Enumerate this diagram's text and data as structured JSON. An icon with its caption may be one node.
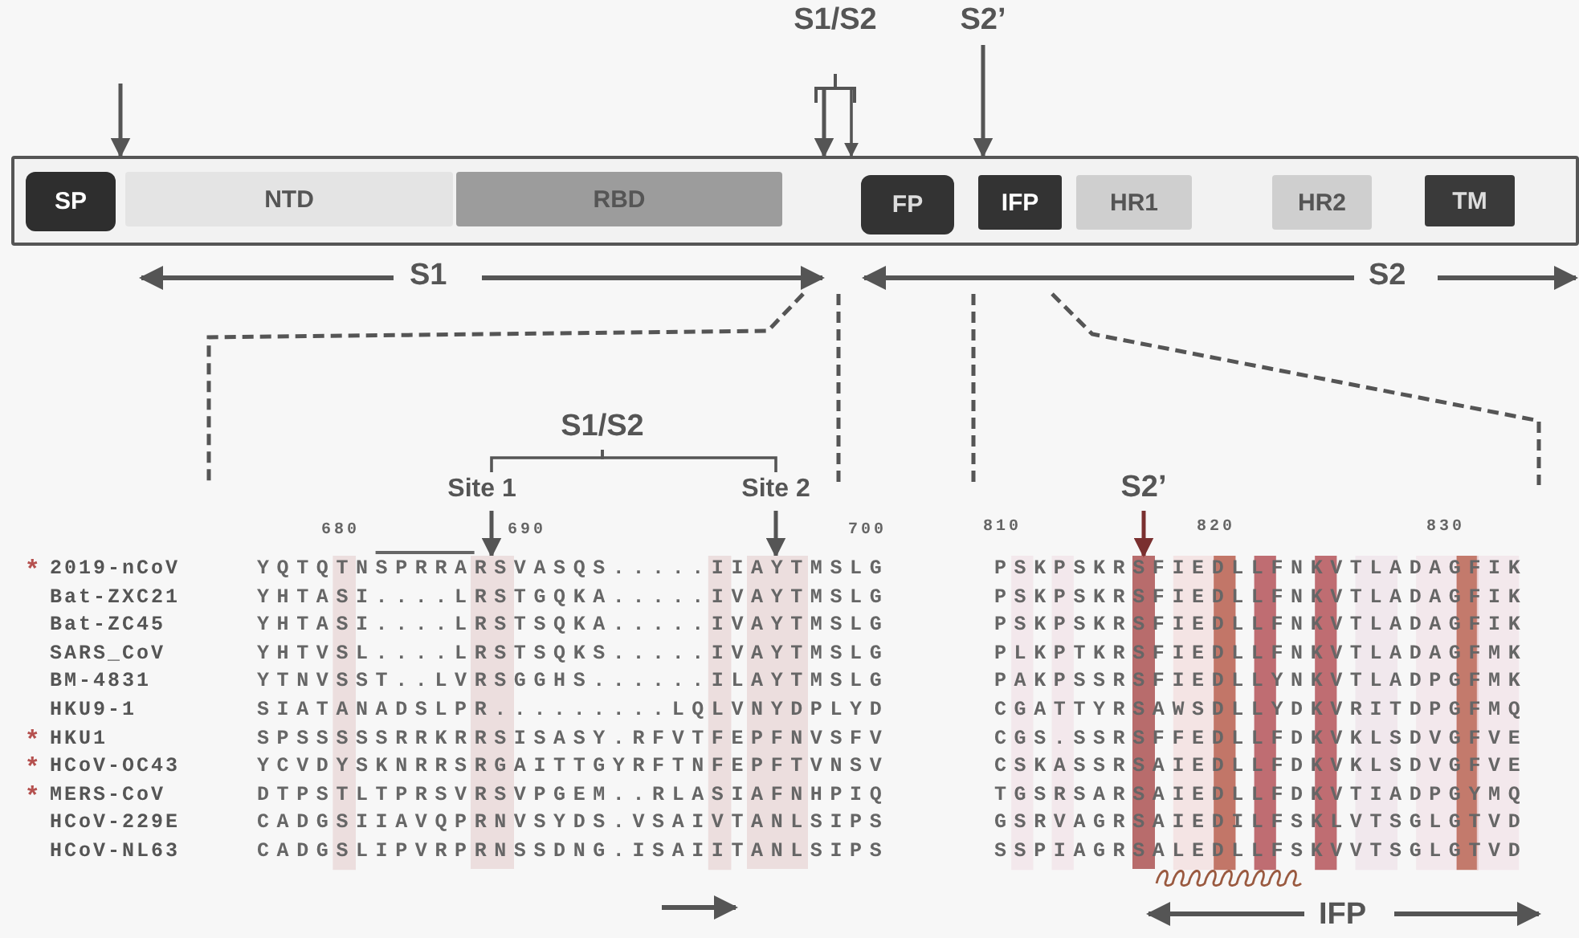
{
  "diagram": {
    "nodes": [
      {
        "text": [],
        "shape": "bar"
      },
      {
        "text": [
          "SP"
        ],
        "in": 0
      },
      {
        "text": [
          "NTD"
        ],
        "in": 0
      },
      {
        "text": [
          "RBD"
        ],
        "in": 0
      },
      {
        "text": [
          "FP"
        ],
        "in": 0
      },
      {
        "text": [
          "IFP"
        ],
        "in": 0
      },
      {
        "text": [
          "HR1"
        ],
        "in": 0
      },
      {
        "text": [
          "HR2"
        ],
        "in": 0
      },
      {
        "text": [
          "TM"
        ],
        "in": 0
      },
      {
        "text": [
          "S1/S2"
        ]
      },
      {
        "text": [
          "S2’"
        ]
      },
      {
        "text": [
          "Site 1"
        ]
      },
      {
        "text": [
          "Site 2"
        ]
      },
      {
        "text": [
          "S2’"
        ]
      },
      {
        "text": [
          "S1/S2"
        ]
      },
      {
        "text": [],
        "shape": "box"
      },
      {
        "text": [],
        "shape": "box"
      },
      {
        "text": [],
        "shape": "box"
      }
    ],
    "edges": [
      {
        "from": null,
        "to": 0,
        "arrow": "to"
      },
      {
        "from": 9,
        "to": 0,
        "arrow": "to"
      },
      {
        "from": 9,
        "to": 0,
        "arrow": "to"
      },
      {
        "from": 10,
        "to": 0,
        "arrow": "to"
      },
      {
        "from": 11,
        "to": 15,
        "arrow": "to"
      },
      {
        "from": 12,
        "to": 16,
        "arrow": "to"
      },
      {
        "from": 13,
        "to": 17,
        "arrow": "to",
        "color": "#7a3030"
      },
      {
        "from": 14,
        "to": 11,
        "arrow": "none"
      },
      {
        "from": 14,
        "to": 12,
        "arrow": "none"
      }
    ],
    "labels": [
      "S1",
      "S2",
      "680",
      "690",
      "700",
      "810",
      "820",
      "830",
      "*",
      "2019-nCoV",
      "YQTQTNSPRRARSVASQS.....IIAYTMSLG",
      "PSKPSKRSFIEDLLFNKVTLADAGFIK",
      "Bat-ZXC21",
      "YHTASI....LRSTGQKA.....IVAYTMSLG",
      "PSKPSKRSFIEDLLFNKVTLADAGFIK",
      "Bat-ZC45",
      "YHTASI....LRSTSQKA.....IVAYTMSLG",
      "PSKPSKRSFIEDLLFNKVTLADAGFIK",
      "SARS_CoV",
      "YHTVSL....LRSTSQKS.....IVAYTMSLG",
      "PLKPTKRSFIEDLLFNKVTLADAGFMK",
      "BM-4831",
      "YTNVSST..LVRSGGHS......ILAYTMSLG",
      "PAKPSSRSFIEDLLYNKVTLADPGFMK",
      "HKU9-1",
      "SIATANADSLPR.........LQLVNYDPLYD",
      "CGATTYRSAWSDLLYDKVRITDPGFMQ",
      "*",
      "HKU1",
      "SPSSSSSRRKRRSISASY.RFVTFEPFNVSFV",
      "CGS.SSRSFFEDLLFDKVKLSDVGFVE",
      "*",
      "HCoV-OC43",
      "YCVDYSKNRRSRGAITTGYRFTNFEPFTVNSV",
      "CSKASSRSAIEDLLFDKVKLSDVGFVE",
      "*",
      "MERS-CoV",
      "DTPSTLTPRSVRSVPGEM..RLASIAFNHPIQ",
      "TGSRSARSAIEDLLFDKVTIADPGYMQ",
      "HCoV-229E",
      "CADGSIIAVQPRNVSYDS.VSAIVTANLSIPS",
      "GSRVAGRSAIEDILFSKLVTSGLGTVD",
      "HCoV-NL63",
      "CADGSLIPVRPRNSSDNG.ISAIITANLSIPS",
      "SSPIAGRSALEDLLFSKVVTSGLGTVD",
      "IFP"
    ]
  }
}
